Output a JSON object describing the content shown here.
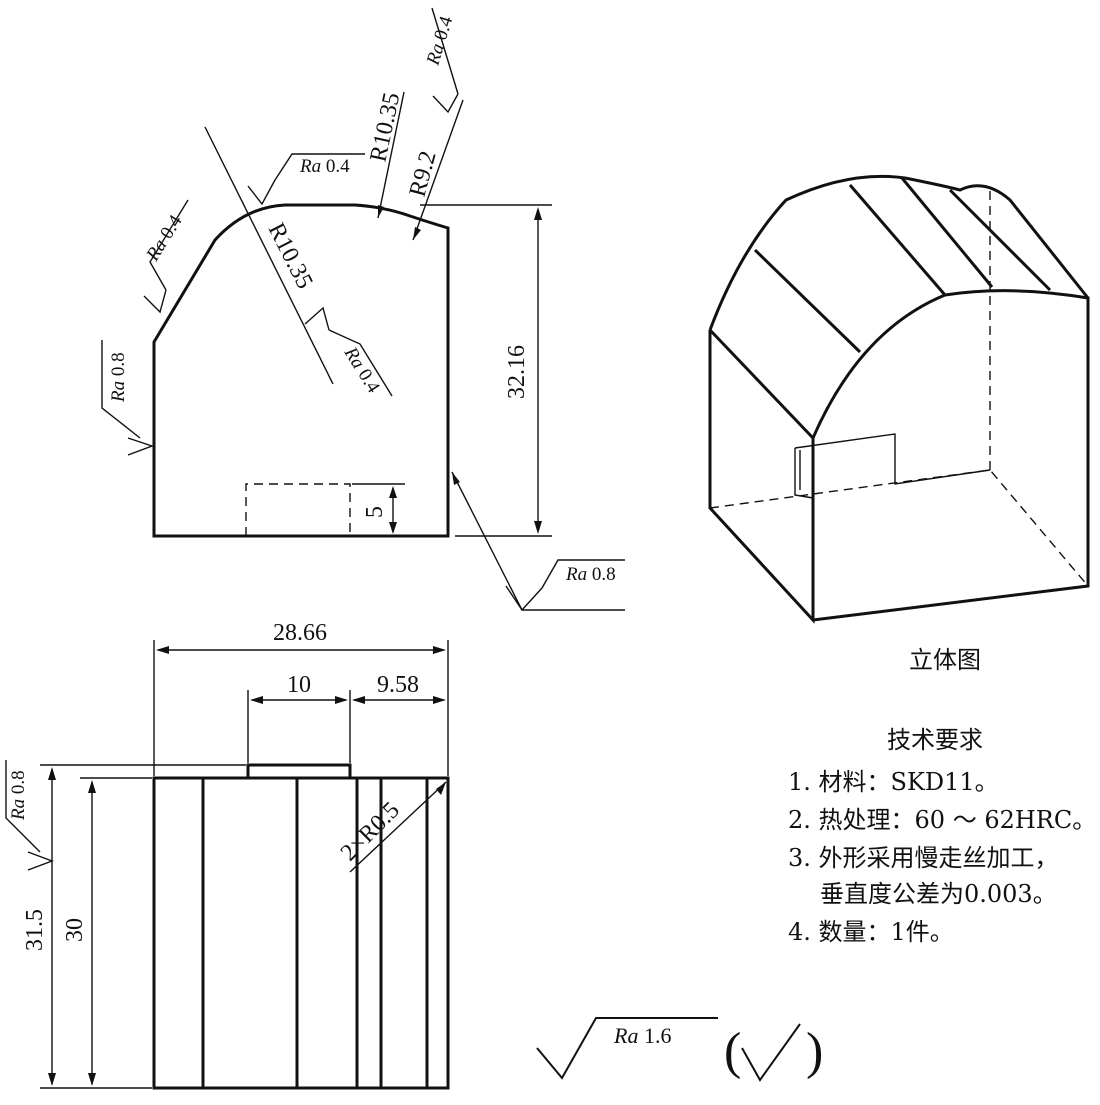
{
  "roughness": {
    "ra_prefix": "Ra",
    "front_tl_top": "0.4",
    "front_top_arc": "0.4",
    "front_right_top": "0.4",
    "front_inner": "0.4",
    "front_left": "0.8",
    "front_right_side": "0.8",
    "top_left_side": "0.8",
    "general": "1.6"
  },
  "dimensions": {
    "r_large_a": "R10.35",
    "r_large_b": "R10.35",
    "r_small": "R9.2",
    "height_total": "32.16",
    "slot_depth": "5",
    "width_total": "28.66",
    "slot_width": "10",
    "right_width": "9.58",
    "height_outer": "31.5",
    "height_inner": "30",
    "fillet": "2×R0.5"
  },
  "iso_caption": "立体图",
  "tech_req": {
    "title": "技术要求",
    "lines": [
      "1. 材料：SKD11。",
      "2. 热处理：60 ～ 62HRC。",
      "3. 外形采用慢走丝加工，",
      "垂直度公差为0.003。",
      "4. 数量：1件。"
    ]
  },
  "general_mark": {
    "open": "(",
    "close": ")"
  }
}
